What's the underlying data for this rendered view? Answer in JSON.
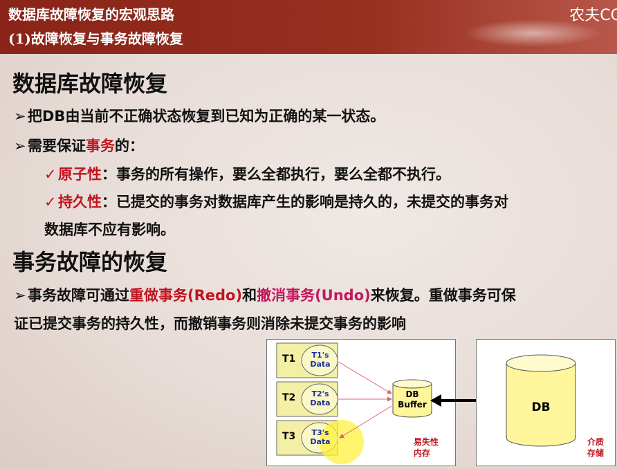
{
  "header": {
    "title_line1": "数据库故障恢复的宏观思路",
    "title_line2": "(1)故障恢复与事务故障恢复",
    "watermark": "农夫CC"
  },
  "section1": {
    "heading": "数据库故障恢复",
    "bullet1": "把DB由当前不正确状态恢复到已知为正确的某一状态。",
    "bullet2_pre": "需要保证",
    "bullet2_red": "事务",
    "bullet2_post": "的：",
    "check1_term": "原子性",
    "check1_text": "：事务的所有操作，要么全都执行，要么全都不执行。",
    "check2_term": "持久性",
    "check2_text": "：已提交的事务对数据库产生的影响是持久的，未提交的事务对",
    "check2_cont": "数据库不应有影响。"
  },
  "section2": {
    "heading": "事务故障的恢复",
    "p1_a": "事务故障可通过",
    "p1_redo": "重做事务(Redo)",
    "p1_b": "和",
    "p1_undo": "撤消事务(Undo)",
    "p1_c": "来恢复。重做事务可保",
    "p2": "证已提交事务的持久性，而撤销事务则消除未提交事务的影响"
  },
  "figure": {
    "transactions": [
      {
        "id": "T1",
        "data_l1": "T1's",
        "data_l2": "Data"
      },
      {
        "id": "T2",
        "data_l1": "T2's",
        "data_l2": "Data"
      },
      {
        "id": "T3",
        "data_l1": "T3's",
        "data_l2": "Data"
      }
    ],
    "buffer_l1": "DB",
    "buffer_l2": "Buffer",
    "db_label": "DB",
    "volatile_l1": "易失性",
    "volatile_l2": "内存",
    "media_l1": "介质",
    "media_l2": "存储"
  },
  "colors": {
    "header": "#8a2418",
    "accent_red": "#c0141e",
    "accent_magenta": "#c3185b",
    "cylinder": "#fff59b",
    "tx_box": "#f3f0a6",
    "arrow": "#e0607a"
  }
}
